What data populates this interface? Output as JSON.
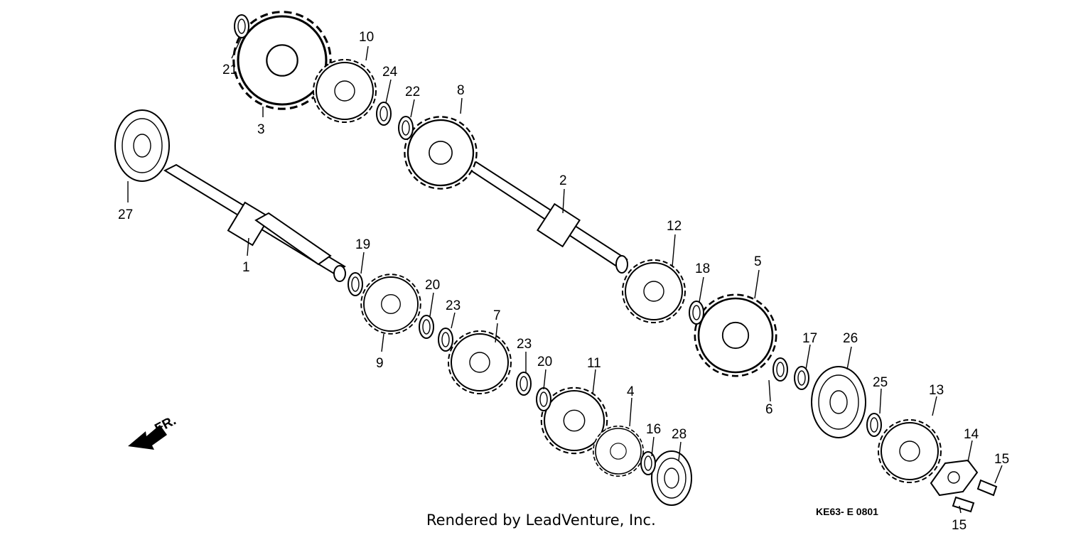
{
  "callouts": [
    "1",
    "2",
    "3",
    "4",
    "5",
    "6",
    "7",
    "8",
    "9",
    "10",
    "11",
    "12",
    "13",
    "14",
    "15",
    "15",
    "16",
    "17",
    "18",
    "19",
    "20",
    "20",
    "21",
    "22",
    "23",
    "23",
    "24",
    "25",
    "26",
    "27",
    "28"
  ],
  "direction_label": "FR.",
  "footer": "Rendered by LeadVenture, Inc.",
  "diagram_code": "KE63- E 0801"
}
